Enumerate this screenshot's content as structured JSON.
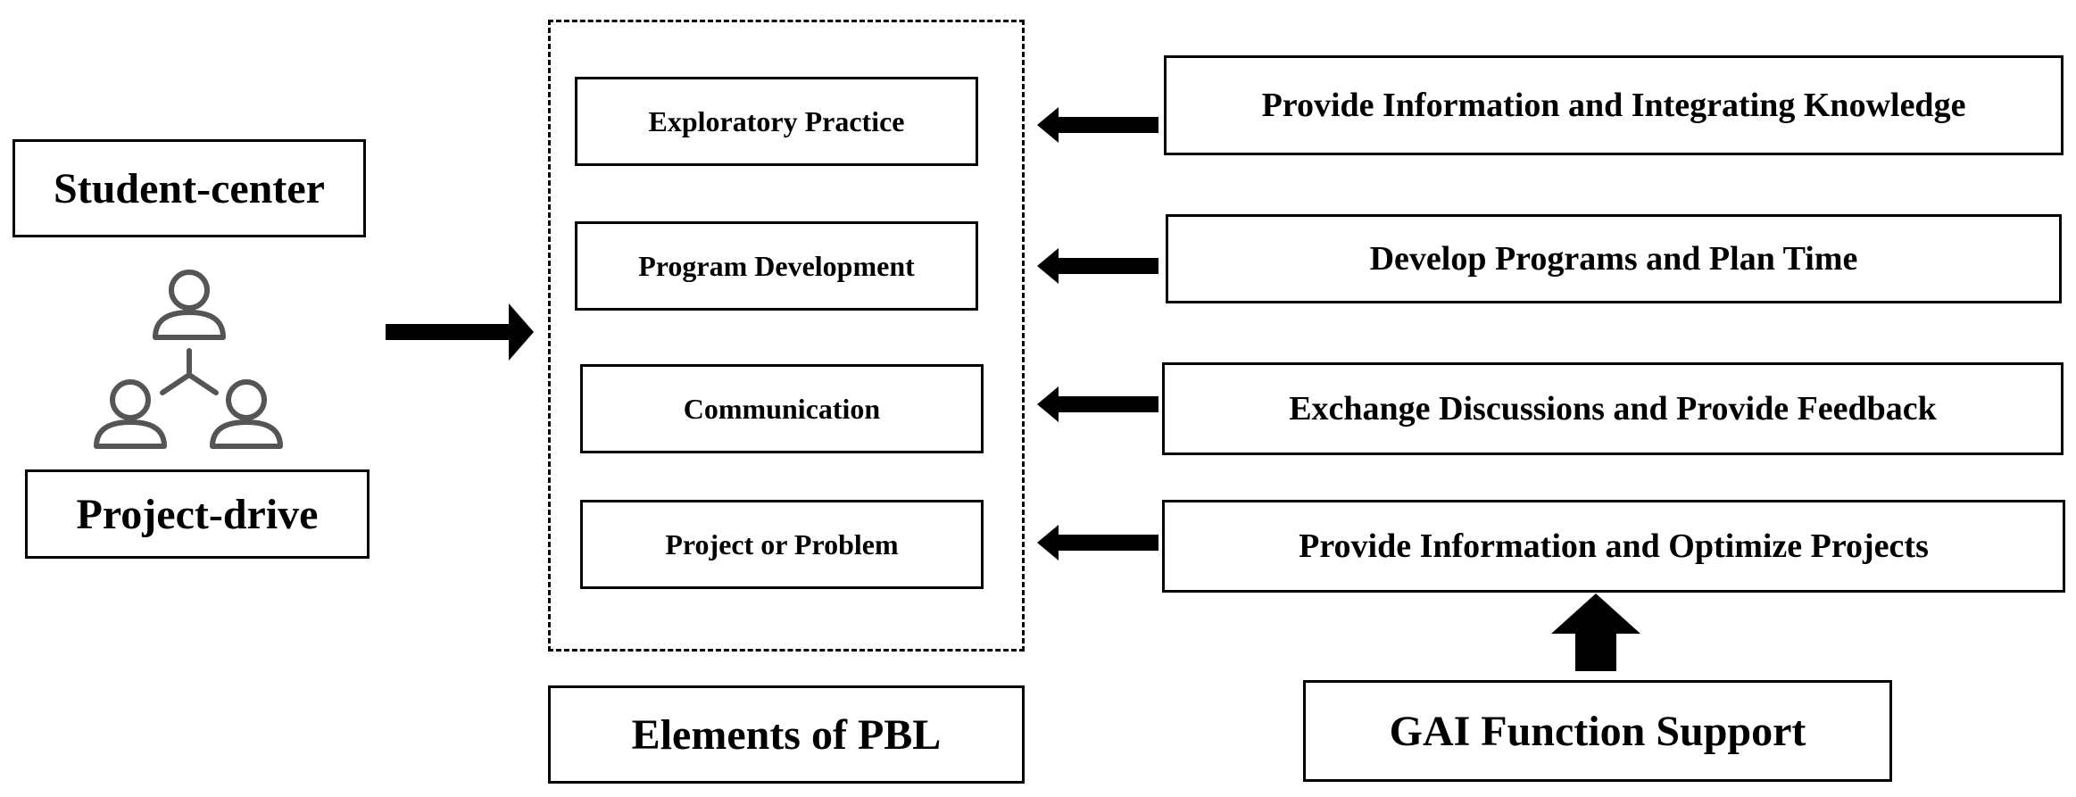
{
  "left": {
    "student_center": "Student-center",
    "project_drive": "Project-drive"
  },
  "pbl": {
    "elements": [
      "Exploratory Practice",
      "Program Development",
      "Communication",
      "Project or Problem"
    ],
    "caption": "Elements of PBL"
  },
  "gai": {
    "functions": [
      "Provide Information and Integrating Knowledge",
      "Develop Programs and Plan Time",
      "Exchange Discussions and Provide Feedback",
      "Provide Information and Optimize Projects"
    ],
    "caption": "GAI Function Support"
  },
  "icons": {
    "people": "three-people-network-icon"
  },
  "colors": {
    "stroke": "#000000",
    "icon": "#555555",
    "background": "#ffffff"
  }
}
